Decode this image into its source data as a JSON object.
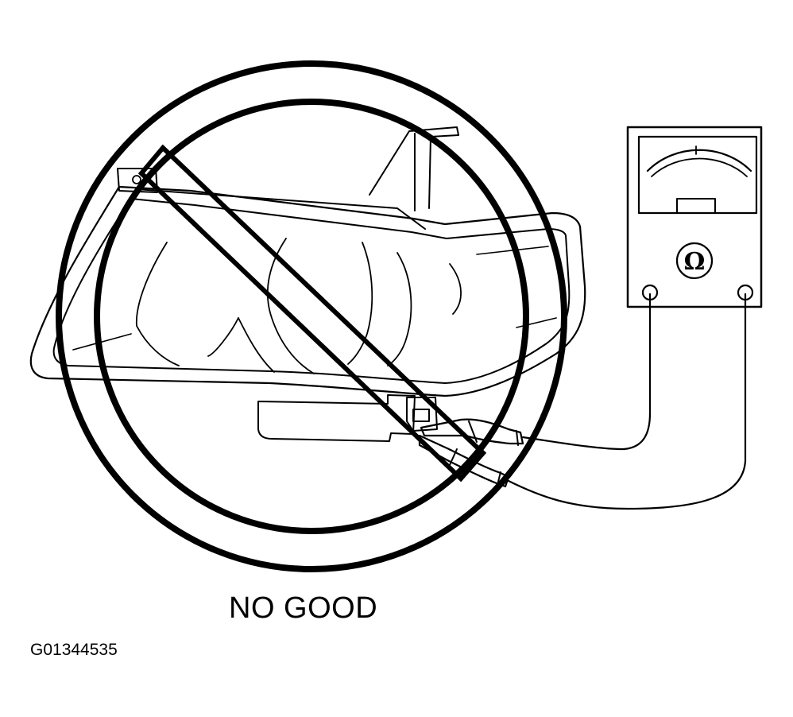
{
  "caption": "NO GOOD",
  "figure_id": "G01344535",
  "meter": {
    "unit_symbol": "Ω"
  },
  "colors": {
    "ink": "#000000",
    "background": "#ffffff"
  },
  "icons": [
    "headlamp-assembly",
    "ohmmeter",
    "test-probes",
    "prohibition-sign"
  ]
}
